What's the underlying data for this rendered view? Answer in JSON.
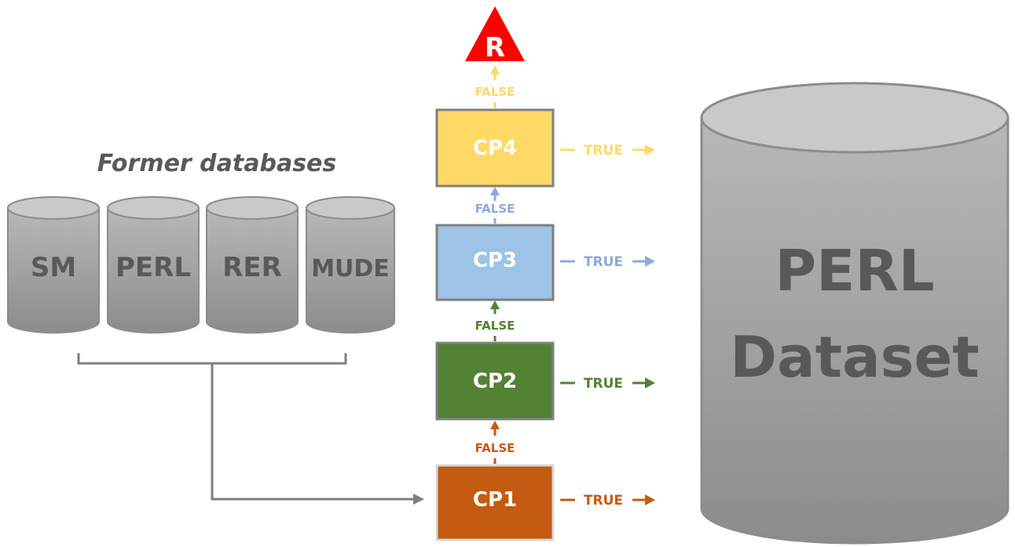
{
  "diagram": {
    "former_title": "Former databases",
    "databases": [
      {
        "label": "SM"
      },
      {
        "label": "PERL"
      },
      {
        "label": "RER"
      },
      {
        "label": "MUDE"
      }
    ],
    "checkpoints": [
      {
        "label": "CP1",
        "true_label": "TRUE",
        "false_label": "FALSE",
        "color": "#C55A11"
      },
      {
        "label": "CP2",
        "true_label": "TRUE",
        "false_label": "FALSE",
        "color": "#548235"
      },
      {
        "label": "CP3",
        "true_label": "TRUE",
        "false_label": "FALSE",
        "color": "#9DC3E6"
      },
      {
        "label": "CP4",
        "true_label": "TRUE",
        "false_label": "FALSE",
        "color": "#FFD966"
      }
    ],
    "reject_label": "R",
    "reject_color": "#FF0000",
    "dataset_line1": "PERL",
    "dataset_line2": "Dataset",
    "colors": {
      "cylinder_body": "#A6A6A6",
      "cylinder_top": "#C9C9C9",
      "cylinder_stroke": "#8C8C8C",
      "text_gray": "#595959",
      "connector": "#7F7F7F"
    }
  }
}
